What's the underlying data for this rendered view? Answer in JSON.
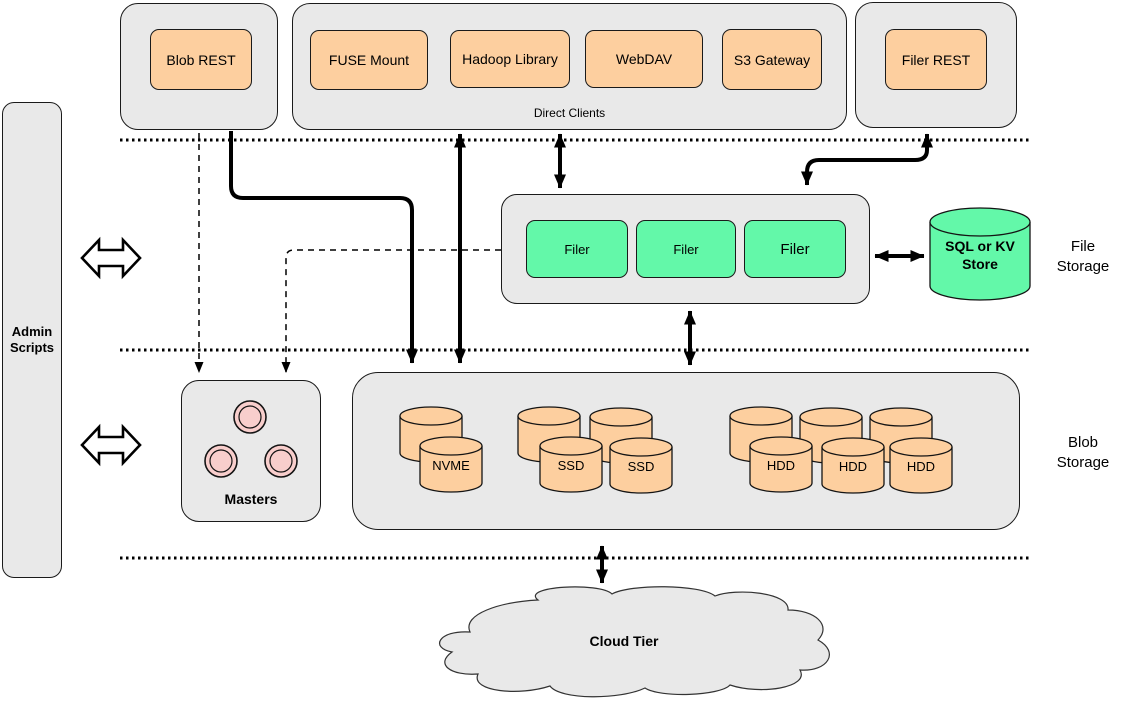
{
  "colors": {
    "grey": "#e9e9e9",
    "orange": "#fdcf9f",
    "green": "#63f8a9",
    "pink": "#f8cecc",
    "line": "#000000"
  },
  "sidebar": {
    "admin_label": "Admin Scripts"
  },
  "clients": {
    "blob_rest": "Blob REST",
    "direct": {
      "label": "Direct Clients",
      "items": [
        "FUSE Mount",
        "Hadoop Library",
        "WebDAV",
        "S3 Gateway"
      ]
    },
    "filer_rest": "Filer REST"
  },
  "file_tier": {
    "filers": [
      "Filer",
      "Filer",
      "Filer"
    ],
    "kv_store": "SQL or KV Store",
    "label": "File Storage"
  },
  "blob_tier": {
    "masters": "Masters",
    "disks": [
      "NVME",
      "SSD",
      "SSD",
      "HDD",
      "HDD",
      "HDD"
    ],
    "label": "Blob Storage"
  },
  "cloud": {
    "label": "Cloud Tier"
  }
}
